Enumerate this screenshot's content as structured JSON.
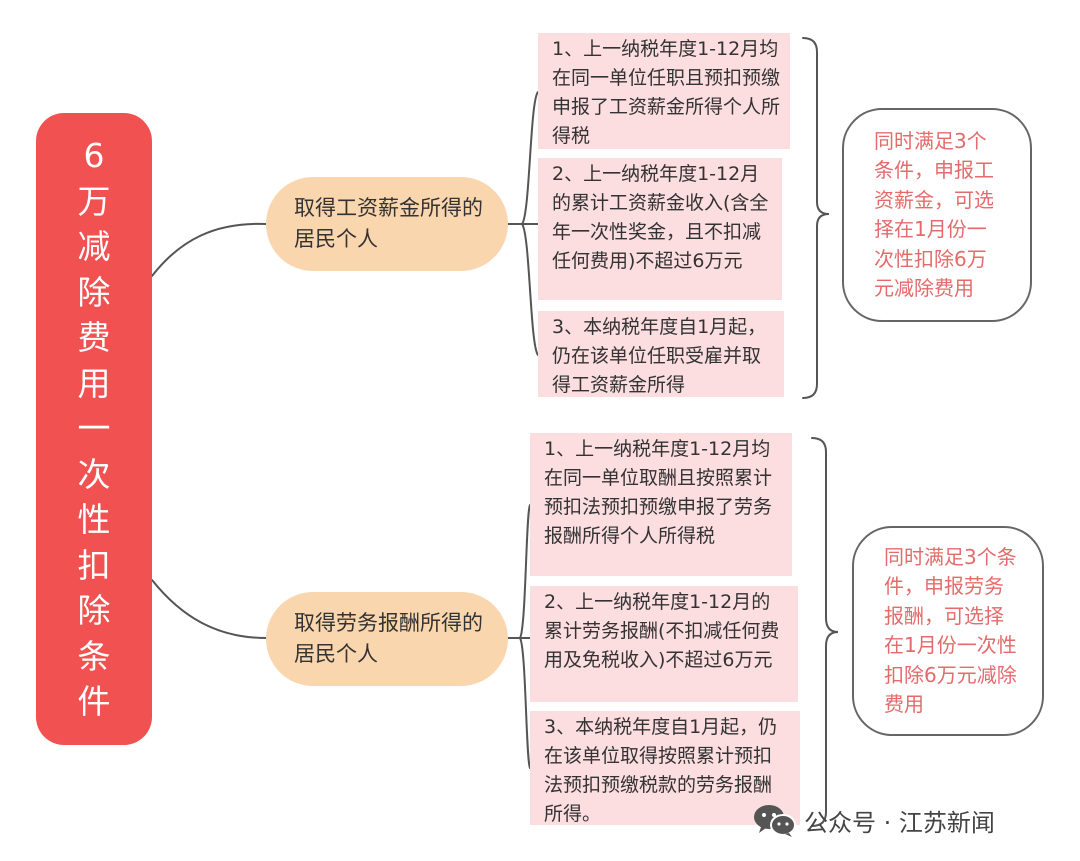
{
  "root_label": [
    "6",
    "万",
    "减",
    "除",
    "费",
    "用",
    "一",
    "次",
    "性",
    "扣",
    "除",
    "条",
    "件"
  ],
  "branches": [
    {
      "label": "取得工资薪金所得的居民个人",
      "conditions": [
        "1、上一纳税年度1-12月均在同一单位任职且预扣预缴申报了工资薪金所得个人所得税",
        "2、上一纳税年度1-12月的累计工资薪金收入(含全年一次性奖金，且不扣减任何费用)不超过6万元",
        "3、本纳税年度自1月起，仍在该单位任职受雇并取得工资薪金所得"
      ],
      "summary": "同时满足3个条件，申报工资薪金，可选择在1月份一次性扣除6万元减除费用"
    },
    {
      "label": "取得劳务报酬所得的居民个人",
      "conditions": [
        "1、上一纳税年度1-12月均在同一单位取酬且按照累计预扣法预扣预缴申报了劳务报酬所得个人所得税",
        "2、上一纳税年度1-12月的累计劳务报酬(不扣减任何费用及免税收入)不超过6万元",
        "3、本纳税年度自1月起，仍在该单位取得按照累计预扣法预扣预缴税款的劳务报酬所得。"
      ],
      "summary": "同时满足3个条件，申报劳务报酬，可选择在1月份一次性扣除6万元减除费用"
    }
  ],
  "watermark": "公众号 · 江苏新闻",
  "colors": {
    "root": "#f25151",
    "branch": "#f9d6ae",
    "condition": "#fcdde0",
    "summary_text": "#e46b6b"
  }
}
